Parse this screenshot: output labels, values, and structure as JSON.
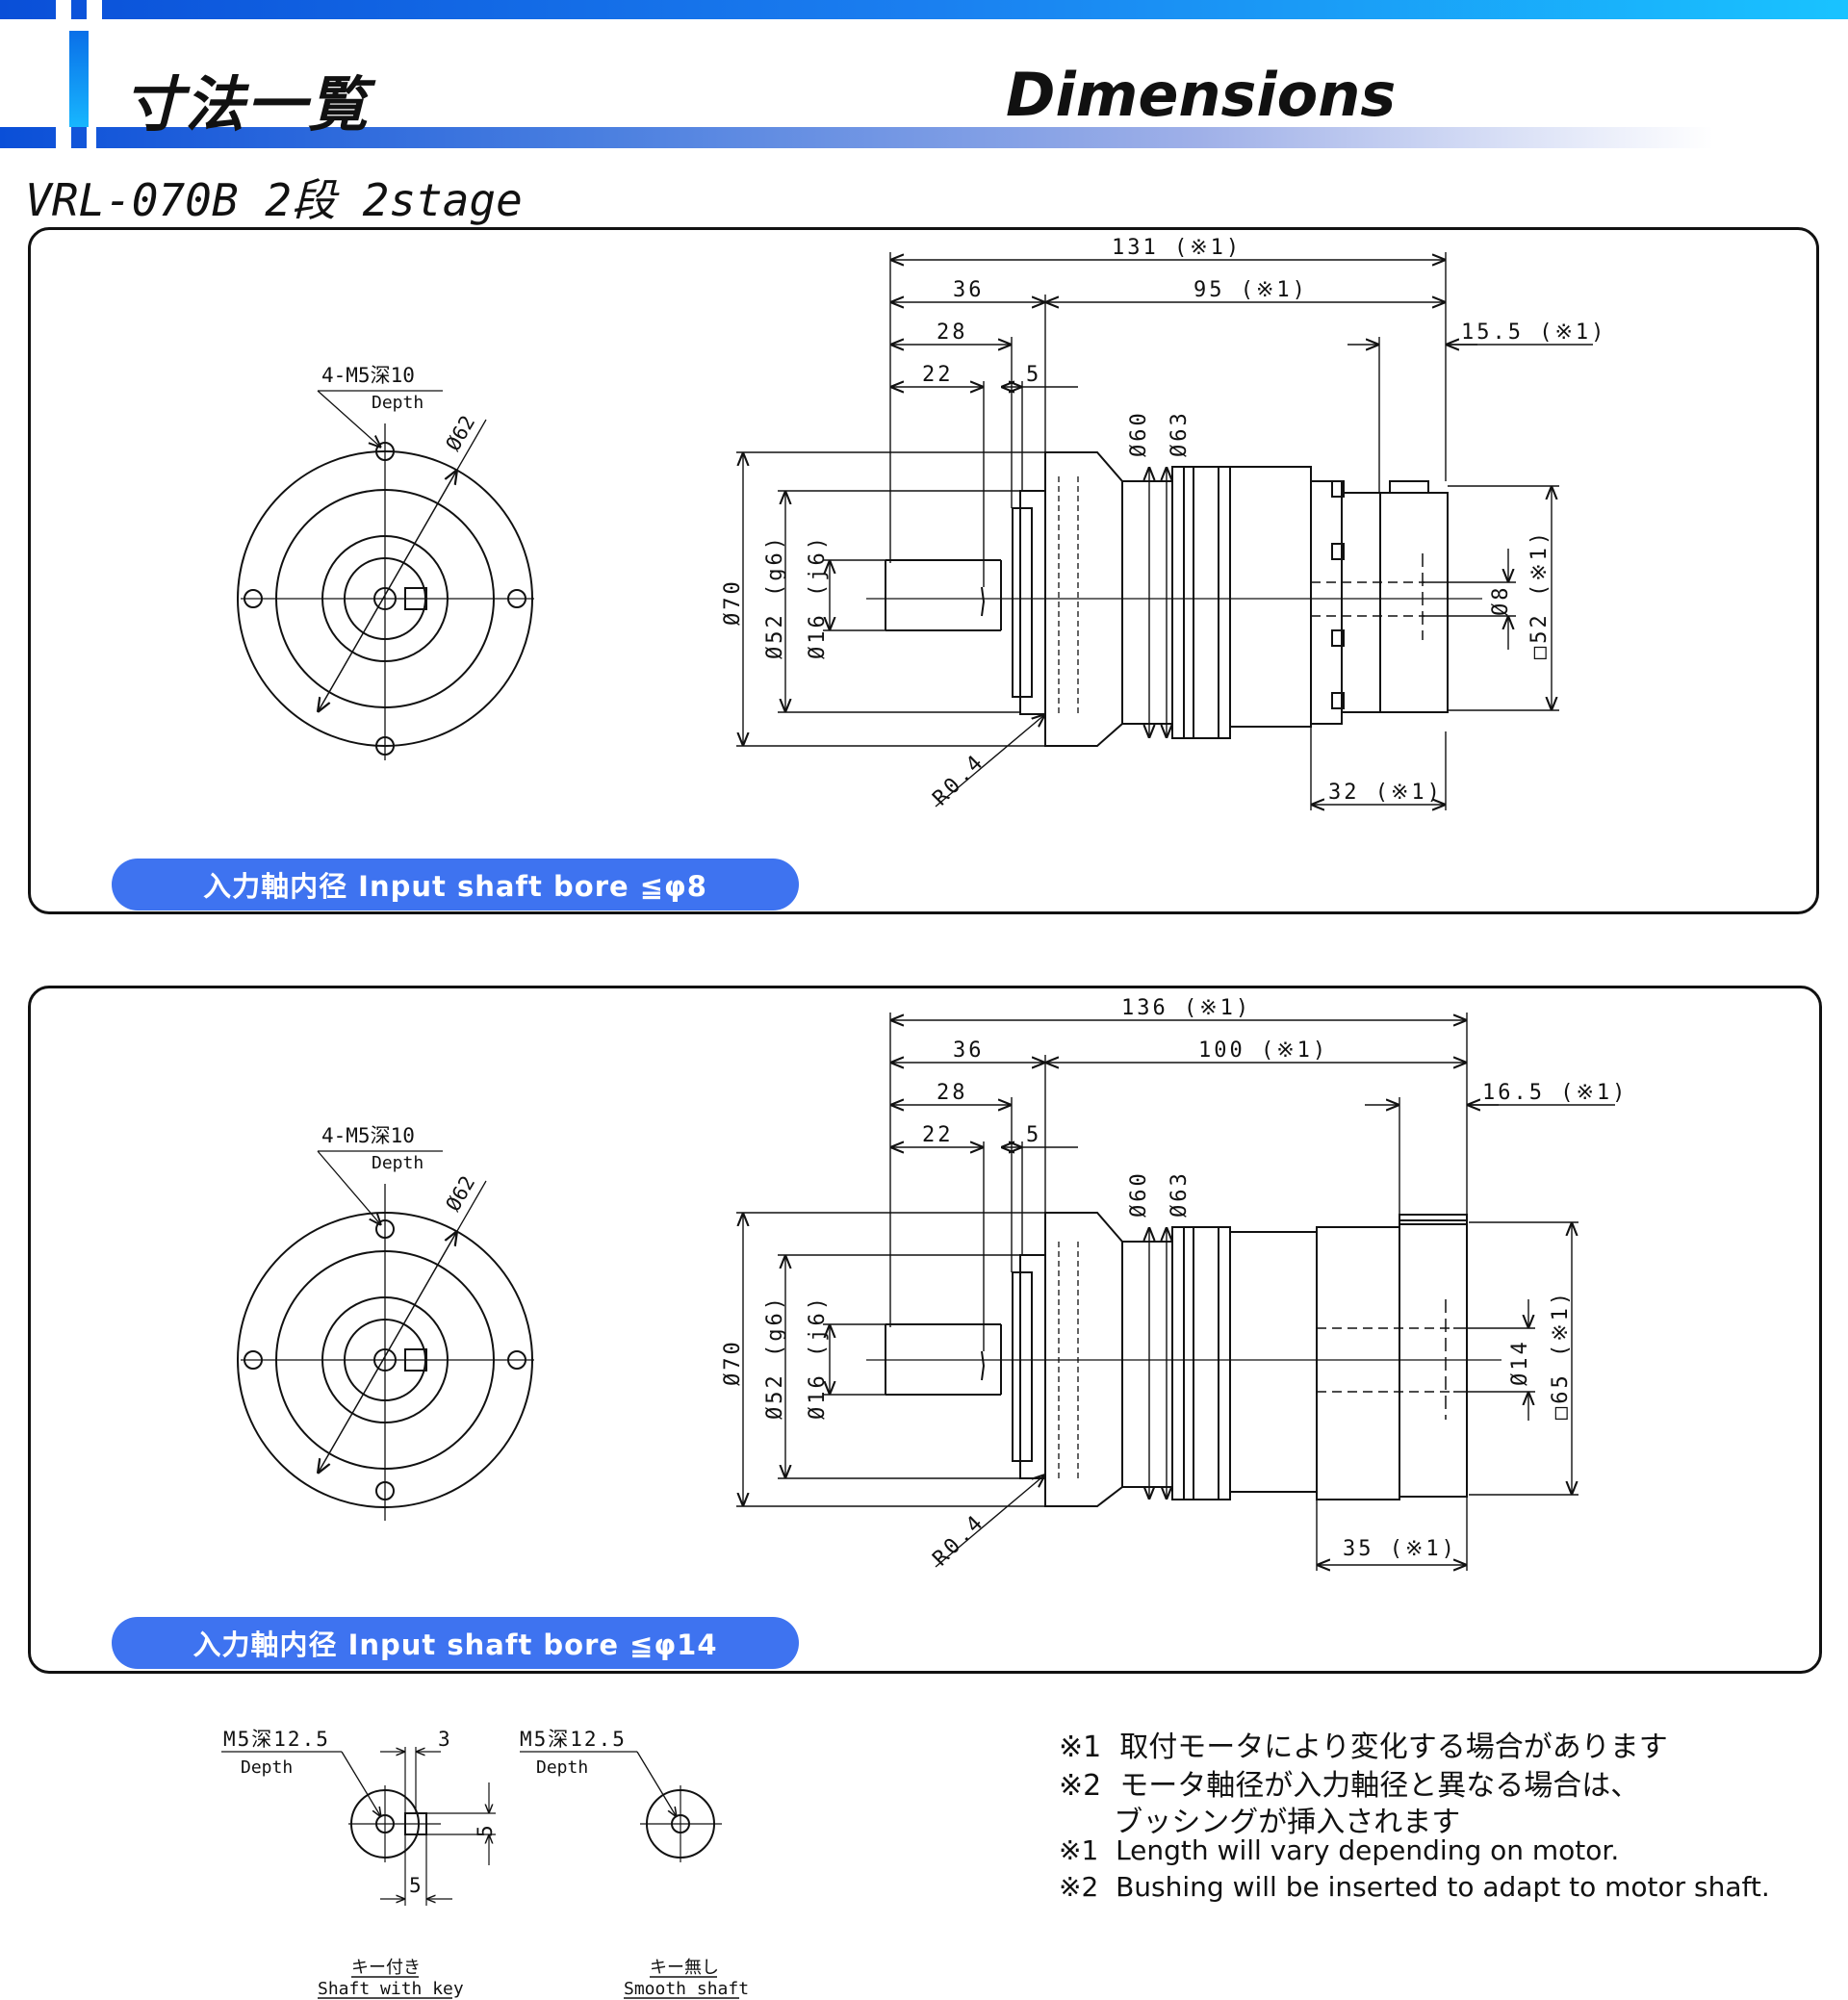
{
  "header": {
    "title_ja": "寸法一覧",
    "title_en": "Dimensions"
  },
  "model": "VRL-070B  2段  2stage",
  "panel1": {
    "pill_label": "入力軸内径  Input shaft bore  ≦φ8",
    "dim_overall": "131 (※1)",
    "dim_36": "36",
    "dim_body": "95 (※1)",
    "dim_28": "28",
    "dim_22": "22",
    "dim_5": "5",
    "dim_adapter": "15.5 (※1)",
    "dim_phi60": "Ø60",
    "dim_phi63": "Ø63",
    "dim_phi70": "Ø70",
    "dim_phi52": "Ø52 (g6)",
    "dim_phi16": "Ø16 (j6)",
    "dim_bore": "Ø8",
    "dim_square": "□52 (※1)",
    "dim_r": "R0.4",
    "dim_motor_len": "32 (※1)",
    "front_tap": "4-M5深10",
    "front_depth": "Depth",
    "front_pcd": "Ø62"
  },
  "panel2": {
    "pill_label": "入力軸内径  Input shaft bore  ≦φ14",
    "dim_overall": "136 (※1)",
    "dim_36": "36",
    "dim_body": "100 (※1)",
    "dim_28": "28",
    "dim_22": "22",
    "dim_5": "5",
    "dim_adapter": "16.5 (※1)",
    "dim_phi60": "Ø60",
    "dim_phi63": "Ø63",
    "dim_phi70": "Ø70",
    "dim_phi52": "Ø52 (g6)",
    "dim_phi16": "Ø16 (j6)",
    "dim_bore": "Ø14",
    "dim_square": "□65 (※1)",
    "dim_r": "R0.4",
    "dim_motor_len": "35 (※1)",
    "front_tap": "4-M5深10",
    "front_depth": "Depth",
    "front_pcd": "Ø62"
  },
  "shaft_details": {
    "keyed": {
      "tap": "M5深12.5",
      "depth": "Depth",
      "dim_3": "3",
      "dim_5_v": "5",
      "dim_5_h": "5",
      "caption_ja": "キー付き",
      "caption_en": "Shaft with key"
    },
    "smooth": {
      "tap": "M5深12.5",
      "depth": "Depth",
      "caption_ja": "キー無し",
      "caption_en": "Smooth shaft"
    }
  },
  "notes": [
    "※1  取付モータにより変化する場合があります",
    "※2  モータ軸径が入力軸径と異なる場合は、",
    "      ブッシングが挿入されます",
    "※1  Length will vary depending on motor.",
    "※2  Bushing will be inserted to adapt to motor shaft."
  ],
  "colors": {
    "accent": "#3e73f0",
    "banner_start": "#0a4fd8",
    "banner_end": "#19c3ff"
  }
}
